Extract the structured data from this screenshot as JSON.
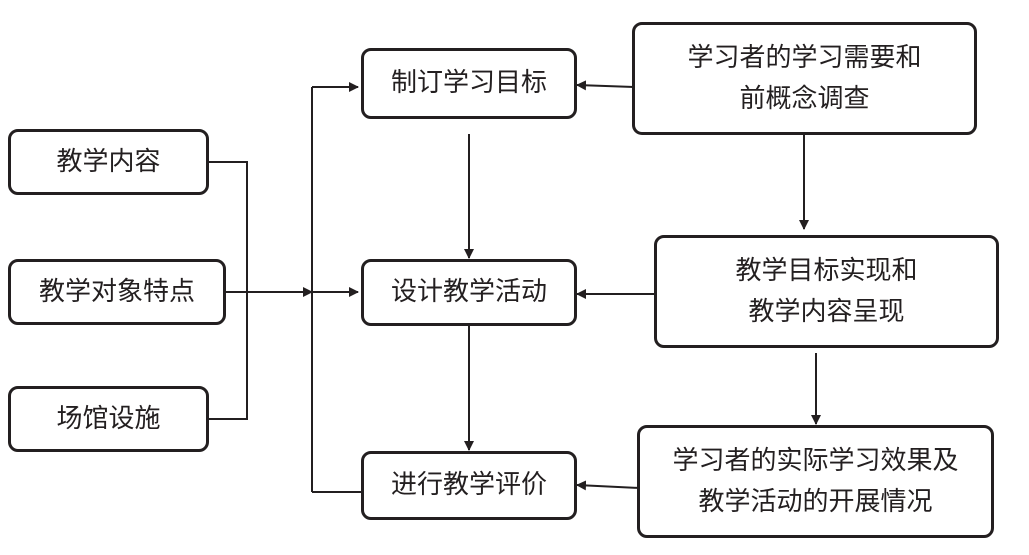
{
  "colors": {
    "stroke": "#231f20",
    "text": "#231f20",
    "background": "#ffffff"
  },
  "inputs": {
    "content": "教学内容",
    "audience": "教学对象特点",
    "venue": "场馆设施"
  },
  "process": {
    "set_goals": "制订学习目标",
    "design_activities": "设计教学活动",
    "evaluate": "进行教学评价"
  },
  "feedback": {
    "needs_survey": "学习者的学习需要和\n前概念调查",
    "goal_realization": "教学目标实现和\n教学内容呈现",
    "learning_effect": "学习者的实际学习效果及\n教学活动的开展情况"
  }
}
